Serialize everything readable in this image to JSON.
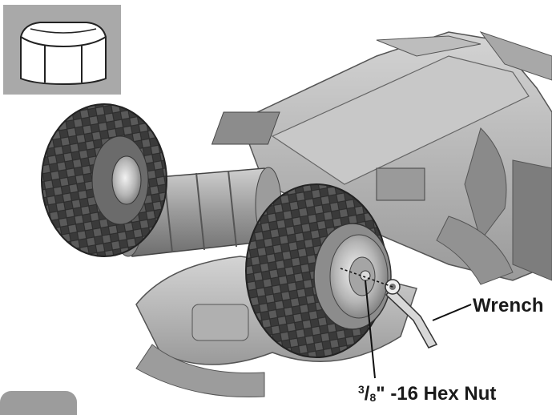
{
  "labels": {
    "wrench": "Wrench",
    "nut_fraction_num": "3",
    "nut_fraction_den": "8",
    "nut_rest": "\" -16 Hex Nut",
    "nut_inch_mark": "\""
  },
  "icons": {
    "inset": "hex-nut-icon",
    "tool": "wrench-icon"
  },
  "colors": {
    "body_gray": "#b9b9b9",
    "tire_dark": "#4a4a4a",
    "inset_bg": "#a9a9a9"
  }
}
